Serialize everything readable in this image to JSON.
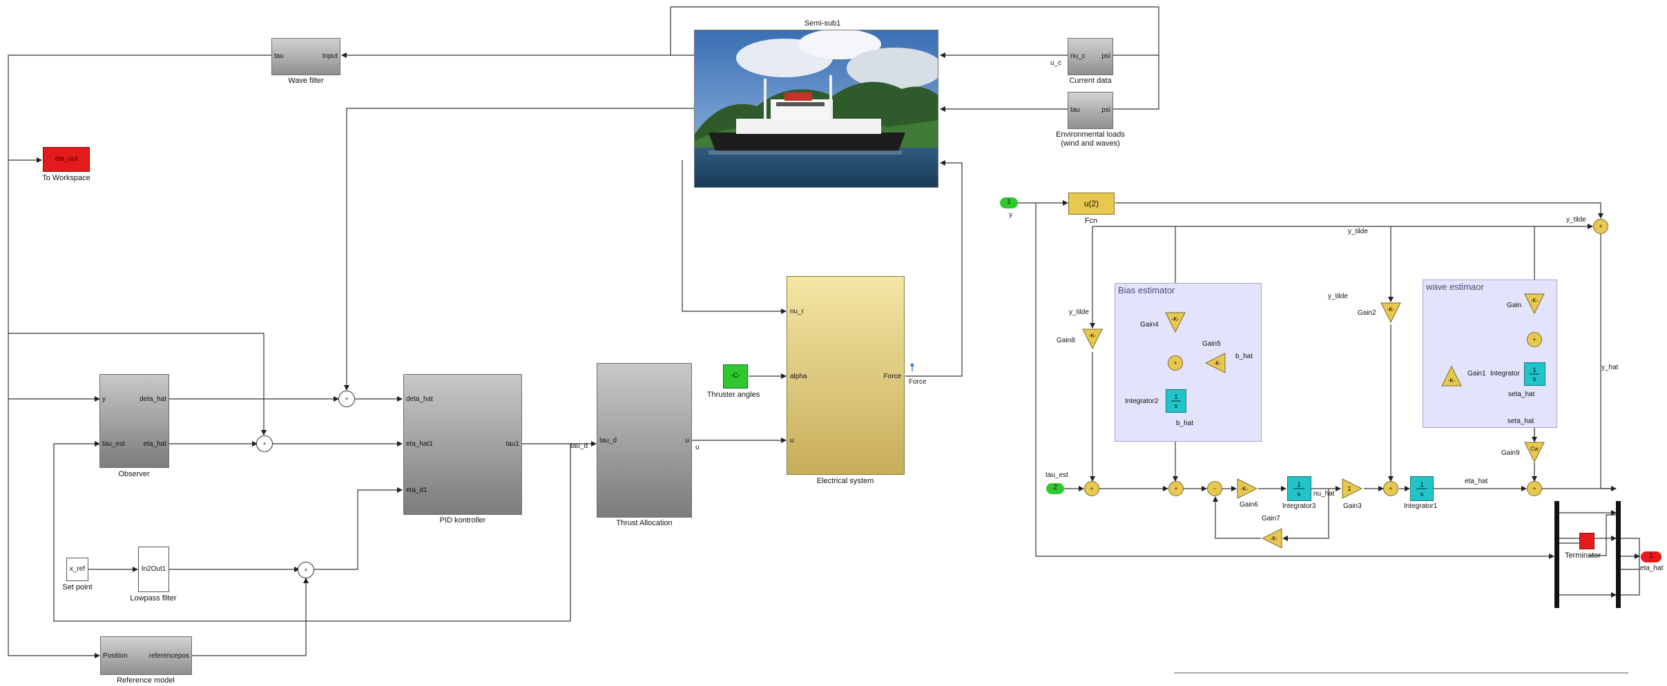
{
  "blocks": {
    "wave_filter": {
      "name": "Wave filter",
      "in": "tau",
      "out": "Input"
    },
    "semisub": {
      "name": "Semi-sub1"
    },
    "current": {
      "name": "Current data",
      "in": "nu_c",
      "out": "psi",
      "label": "u_c"
    },
    "env": {
      "name": "Environmental loads\n(wind and waves)",
      "in": "tau",
      "out": "psi"
    },
    "workspace": {
      "name": "To Workspace",
      "content": "eta_out"
    },
    "observer": {
      "name": "Observer",
      "in1": "y",
      "in2": "tau_est",
      "out1": "deta_hat",
      "out2": "eta_hat"
    },
    "pid": {
      "name": "PID kontroller",
      "in1": "deta_hat",
      "in2": "eta_hat1",
      "in3": "eta_d1",
      "out": "tau1"
    },
    "thrust": {
      "name": "Thrust Allocation",
      "in": "tau_d",
      "out": "u"
    },
    "angles": {
      "name": "Thruster angles",
      "content": "-C-"
    },
    "electrical": {
      "name": "Electrical system",
      "in1": "nu_r",
      "in2": "alpha",
      "in3": "u",
      "out": "Force"
    },
    "setpoint": {
      "name": "Set point",
      "content": "x_ref"
    },
    "lowpass": {
      "name": "Lowpass filter",
      "content": "In2Out1"
    },
    "refmodel": {
      "name": "Reference model",
      "in": "Position",
      "out": "referencepos"
    },
    "fcn": {
      "name": "Fcn",
      "content": "u(2)"
    },
    "terminator": {
      "name": "Terminator"
    }
  },
  "signals": {
    "tau_d": "tau_d",
    "u": "u",
    "force": "Force",
    "y_tilde": "y_tilde",
    "b_hat": "b_hat",
    "seta_hat": "seta_hat",
    "nu_hat": "nu_hat",
    "eta_hat": "eta_hat",
    "tau_est": "tau_est",
    "y_hat": "y_hat"
  },
  "subsystems": {
    "bias": "Bias estimator",
    "wave": "wave estimaor"
  },
  "gains": {
    "gain": "Gain",
    "gain1": "Gain1",
    "gain2": "Gain2",
    "gain3": "Gain3",
    "gain4": "Gain4",
    "gain5": "Gain5",
    "gain6": "Gain6",
    "gain7": "Gain7",
    "gain8": "Gain8",
    "gain9": "Gain9",
    "k": "-K-",
    "one": "1",
    "cw": "Cw"
  },
  "integrators": {
    "integrator": "Integrator",
    "integrator1": "Integrator1",
    "integrator2": "Integrator2",
    "integrator3": "Integrator3"
  },
  "ports": {
    "in_y": "1",
    "in_y_label": "y",
    "in_tau": "2",
    "out_eta": "1",
    "out_eta_label": "eta_hat"
  },
  "colors": {
    "gold": "#e8c84f",
    "cyan": "#21c4c8",
    "red": "#e51a1a",
    "green": "#2fc92f",
    "subsystem": "#e3e3fb"
  }
}
